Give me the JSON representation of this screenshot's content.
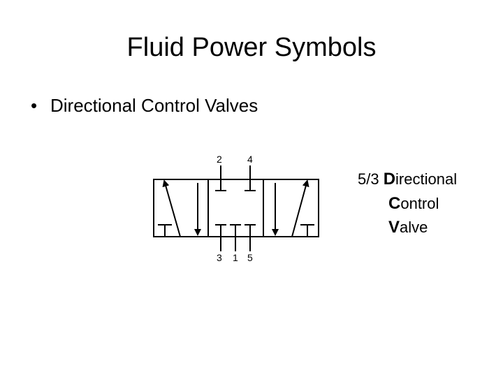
{
  "slide": {
    "title": "Fluid Power Symbols",
    "bullet": "•",
    "bullet_text": "Directional Control Valves"
  },
  "valve": {
    "ports_top": [
      "2",
      "4"
    ],
    "ports_bottom": [
      "3",
      "1",
      "5"
    ],
    "caption": {
      "line1_prefix": "5/3 ",
      "line1_initial": "D",
      "line1_rest": "irectional",
      "line2_initial": "C",
      "line2_rest": "ontrol",
      "line3_initial": "V",
      "line3_rest": "alve"
    }
  }
}
